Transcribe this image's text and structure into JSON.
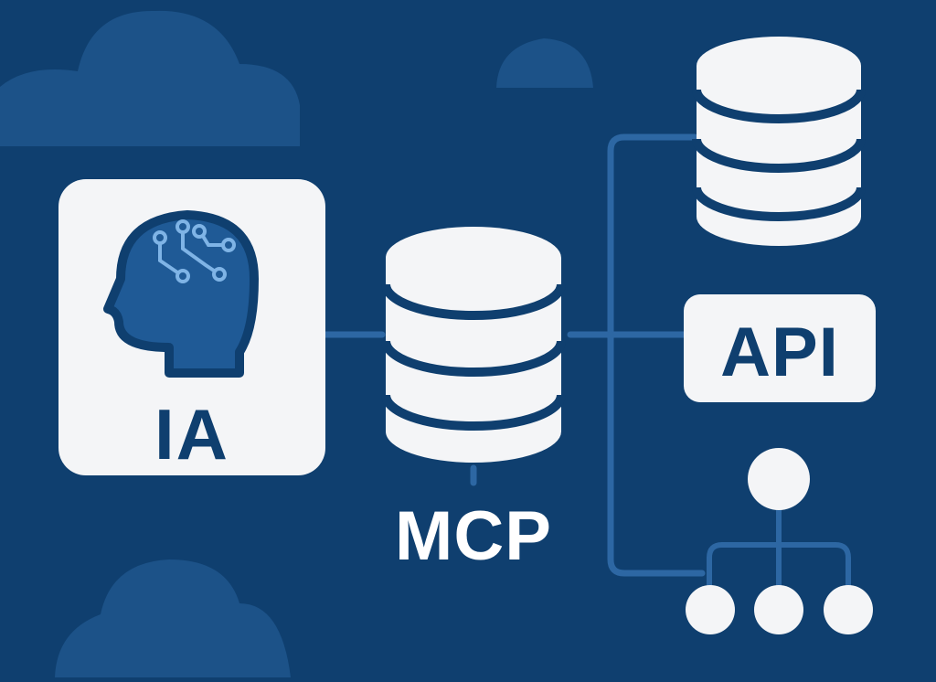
{
  "nodes": {
    "ia": {
      "label": "IA"
    },
    "mcp": {
      "label": "MCP"
    },
    "api": {
      "label": "API"
    }
  },
  "icons": [
    "head-circuit-icon",
    "database-icon",
    "hierarchy-icon",
    "cloud-icon"
  ],
  "colors": {
    "background": "#0f3f6f",
    "card": "#f4f5f7",
    "connector": "#2d67a3",
    "cloud": "#1c5288",
    "text_dark": "#0f3f6f",
    "text_light": "#ffffff"
  }
}
